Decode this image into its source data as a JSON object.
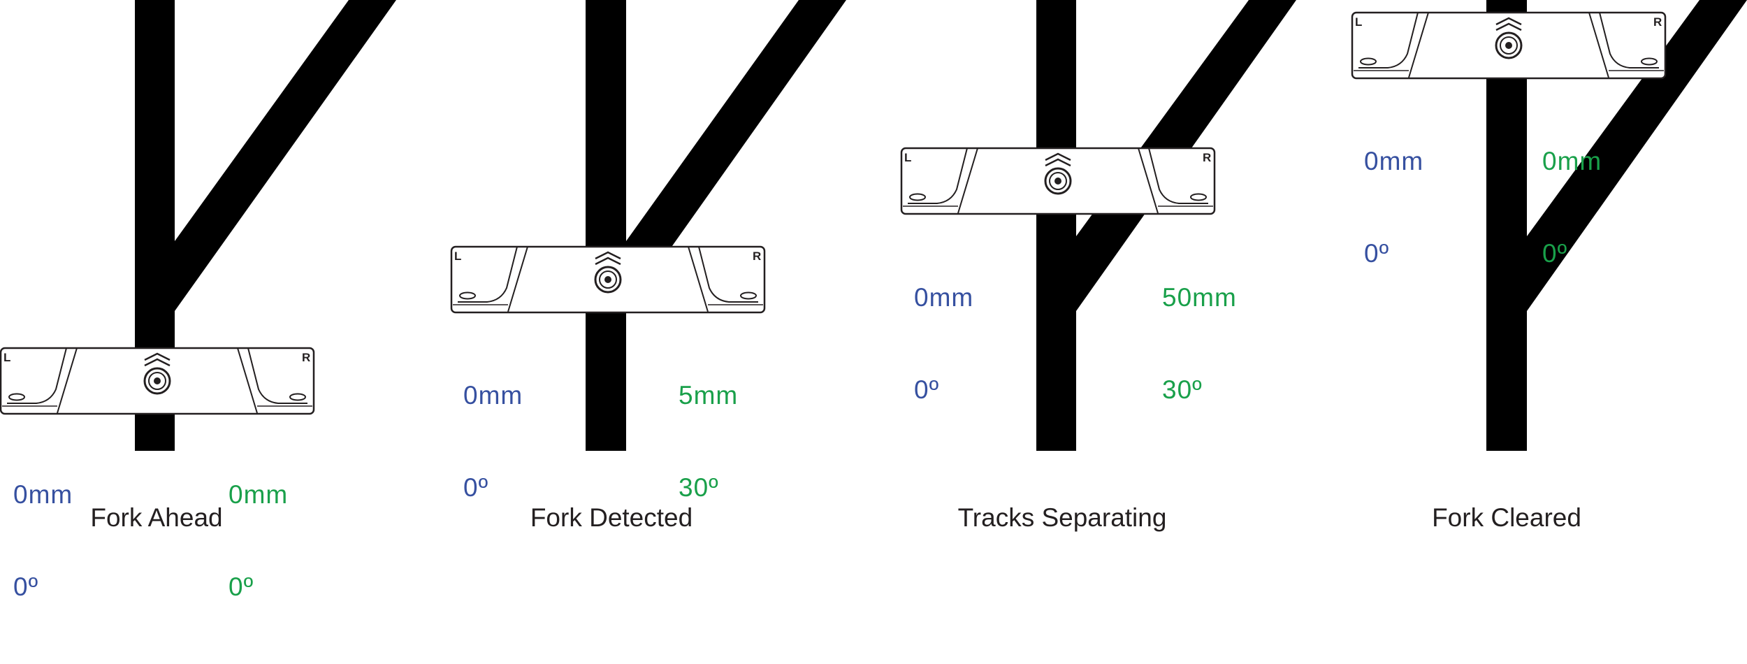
{
  "colors": {
    "track": "#000000",
    "left_readout": "#3650a0",
    "right_readout": "#19a04a",
    "caption": "#231f20",
    "sensor_outline": "#231f20"
  },
  "sensor": {
    "left_marker": "L",
    "right_marker": "R",
    "center_icon": "sensor-lens-icon",
    "direction_icon": "chevron-up-icon"
  },
  "panels": [
    {
      "caption": "Fork Ahead",
      "left": {
        "distance": "0mm",
        "angle": "0º"
      },
      "right": {
        "distance": "0mm",
        "angle": "0º"
      }
    },
    {
      "caption": "Fork Detected",
      "left": {
        "distance": "0mm",
        "angle": "0º"
      },
      "right": {
        "distance": "5mm",
        "angle": "30º"
      }
    },
    {
      "caption": "Tracks Separating",
      "left": {
        "distance": "0mm",
        "angle": "0º"
      },
      "right": {
        "distance": "50mm",
        "angle": "30º"
      }
    },
    {
      "caption": "Fork Cleared",
      "left": {
        "distance": "0mm",
        "angle": "0º"
      },
      "right": {
        "distance": "0mm",
        "angle": "0º"
      }
    }
  ]
}
